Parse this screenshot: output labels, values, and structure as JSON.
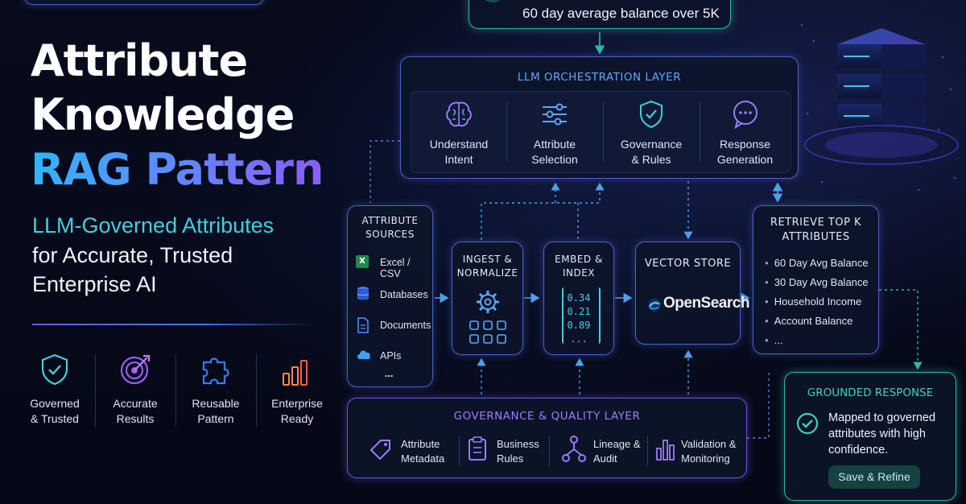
{
  "hero": {
    "line1": "Attribute",
    "line2": "Knowledge",
    "line3": "RAG Pattern",
    "sub1": "LLM-Governed Attributes",
    "sub2": "for Accurate, Trusted",
    "sub3": "Enterprise AI"
  },
  "features": [
    {
      "l1": "Governed",
      "l2": "& Trusted",
      "icon": "shield-check-icon"
    },
    {
      "l1": "Accurate",
      "l2": "Results",
      "icon": "target-icon"
    },
    {
      "l1": "Reusable",
      "l2": "Pattern",
      "icon": "puzzle-icon"
    },
    {
      "l1": "Enterprise",
      "l2": "Ready",
      "icon": "bar-chart-icon"
    }
  ],
  "query": {
    "text": "60 day average balance over 5K"
  },
  "llm": {
    "title": "LLM ORCHESTRATION LAYER",
    "items": [
      {
        "l1": "Understand",
        "l2": "Intent",
        "icon": "brain-icon"
      },
      {
        "l1": "Attribute",
        "l2": "Selection",
        "icon": "sliders-icon"
      },
      {
        "l1": "Governance",
        "l2": "& Rules",
        "icon": "shield-check-icon"
      },
      {
        "l1": "Response",
        "l2": "Generation",
        "icon": "chat-icon"
      }
    ]
  },
  "sources": {
    "title1": "ATTRIBUTE",
    "title2": "SOURCES",
    "items": [
      "Excel / CSV",
      "Databases",
      "Documents",
      "APIs"
    ],
    "more": "..."
  },
  "ingest": {
    "l1": "INGEST &",
    "l2": "NORMALIZE"
  },
  "embed": {
    "l1": "EMBED &",
    "l2": "INDEX",
    "values": [
      "0.34",
      "0.21",
      "0.89"
    ],
    "more": "..."
  },
  "vector": {
    "title": "VECTOR STORE",
    "brand": "OpenSearch"
  },
  "retrieve": {
    "title1": "RETRIEVE TOP K",
    "title2": "ATTRIBUTES",
    "items": [
      "60 Day Avg Balance",
      "30 Day Avg Balance",
      "Household Income",
      "Account Balance",
      "..."
    ]
  },
  "governance": {
    "title": "GOVERNANCE & QUALITY LAYER",
    "items": [
      {
        "l1": "Attribute",
        "l2": "Metadata",
        "icon": "tag-icon"
      },
      {
        "l1": "Business",
        "l2": "Rules",
        "icon": "clipboard-icon"
      },
      {
        "l1": "Lineage &",
        "l2": "Audit",
        "icon": "lineage-icon"
      },
      {
        "l1": "Validation &",
        "l2": "Monitoring",
        "icon": "bars-icon"
      }
    ]
  },
  "grounded": {
    "title": "GROUNDED RESPONSE",
    "l1": "Mapped to governed",
    "l2": "attributes with high",
    "l3": "confidence.",
    "button": "Save & Refine"
  },
  "colors": {
    "teal": "#2fb9a8",
    "blue": "#4a63c9",
    "purple": "#6f55d6",
    "cyan": "#3fd0e0"
  }
}
